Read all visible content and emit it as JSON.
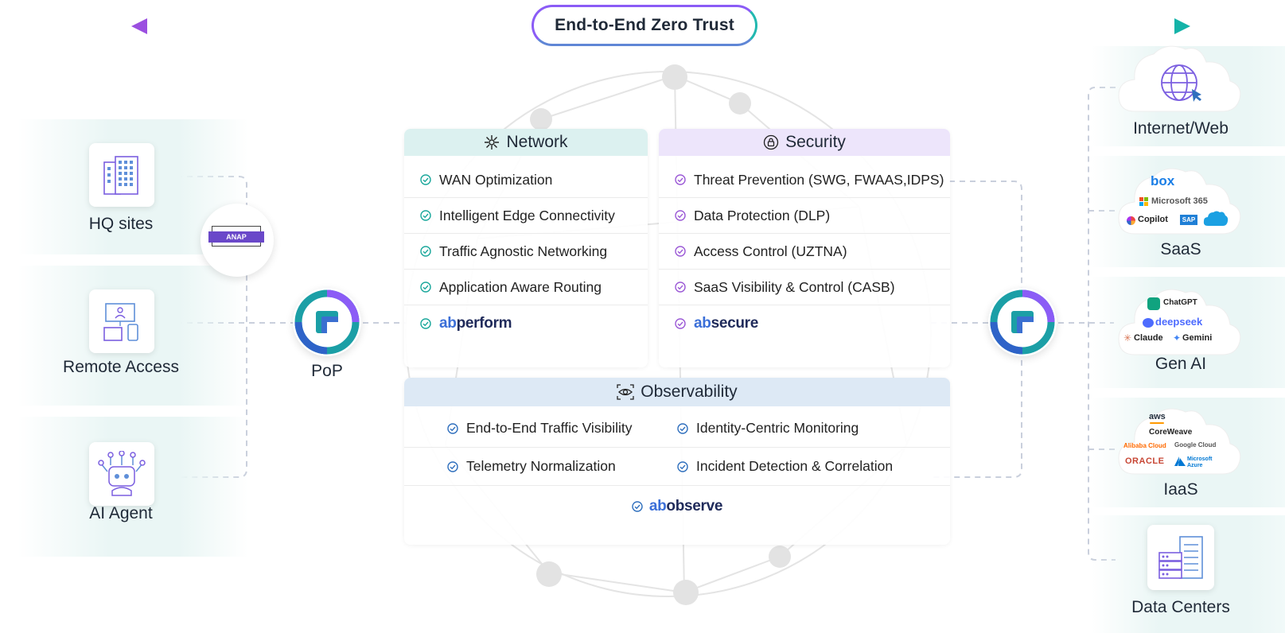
{
  "header": {
    "title": "End-to-End Zero Trust"
  },
  "left": {
    "items": [
      {
        "label": "HQ sites"
      },
      {
        "label": "Remote Access"
      },
      {
        "label": "AI Agent"
      }
    ],
    "anap_badge": "ANAP",
    "pop_label": "PoP"
  },
  "network": {
    "title": "Network",
    "items": [
      "WAN Optimization",
      "Intelligent Edge Connectivity",
      "Traffic Agnostic Networking",
      "Application Aware Routing"
    ],
    "brand": "perform"
  },
  "security": {
    "title": "Security",
    "items": [
      "Threat Prevention (SWG, FWAAS,IDPS)",
      "Data Protection (DLP)",
      "Access Control (UZTNA)",
      "SaaS Visibility & Control (CASB)"
    ],
    "brand": "secure"
  },
  "observability": {
    "title": "Observability",
    "items": [
      "End-to-End Traffic Visibility",
      "Identity-Centric Monitoring",
      "Telemetry Normalization",
      "Incident Detection & Correlation"
    ],
    "brand": "observe"
  },
  "brand_prefix": "ab",
  "right": {
    "items": [
      {
        "label": "Internet/Web"
      },
      {
        "label": "SaaS"
      },
      {
        "label": "Gen AI"
      },
      {
        "label": "IaaS"
      },
      {
        "label": "Data Centers"
      }
    ],
    "saas_logos": [
      "box",
      "Microsoft 365",
      "Copilot",
      "SAP"
    ],
    "genai_logos": [
      "ChatGPT",
      "deepseek",
      "Claude",
      "Gemini"
    ],
    "iaas_logos": [
      "aws",
      "CoreWeave",
      "Alibaba Cloud",
      "Google Cloud",
      "ORACLE",
      "Microsoft Azure"
    ]
  },
  "colors": {
    "accent_purple": "#8b5cf6",
    "accent_teal": "#22b8b0",
    "network_head": "#dcf1f0",
    "security_head": "#ede5fb",
    "observability_head": "#dde9f5",
    "check_teal": "#1aa79b",
    "check_purple": "#9b59d6",
    "check_blue": "#2f6fbd"
  }
}
